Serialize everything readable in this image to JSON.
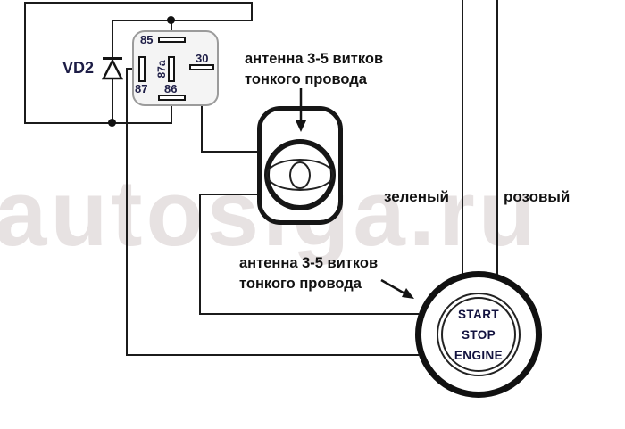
{
  "watermark": "autosiga.ru",
  "diode": {
    "label": "VD2"
  },
  "relay": {
    "pin85": "85",
    "pin87": "87",
    "pin87a": "87a",
    "pin86": "86",
    "pin30": "30"
  },
  "notes": {
    "antenna_top_line1": "антенна 3-5 витков",
    "antenna_top_line2": "тонкого провода",
    "antenna_bottom_line1": "антенна 3-5 витков",
    "antenna_bottom_line2": "тонкого провода"
  },
  "wire_labels": {
    "green": "зеленый",
    "pink": "розовый"
  },
  "button": {
    "line1": "START",
    "line2": "STOP",
    "line3": "ENGINE"
  },
  "colors": {
    "wire": "#1b1b1b",
    "relay_border": "#9b9b9b",
    "pin_label_text": "#1d1d46",
    "button_text": "#12123f",
    "watermark_text": "rgba(198,186,186,0.42)"
  }
}
